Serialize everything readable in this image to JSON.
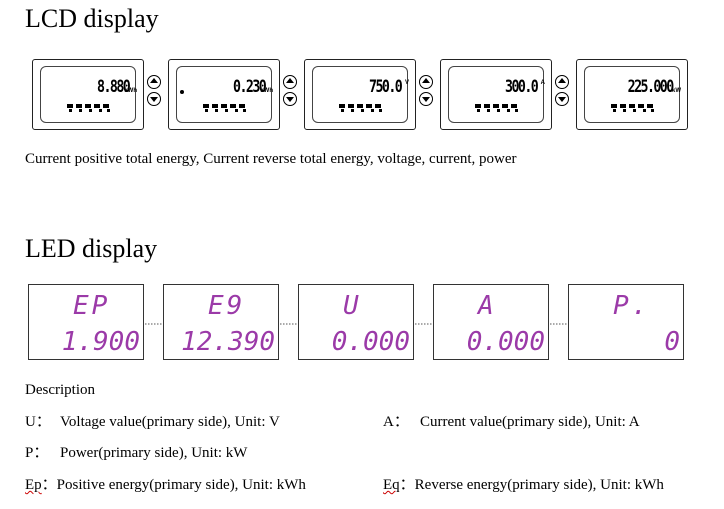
{
  "lcd": {
    "heading": "LCD display",
    "panels": [
      {
        "value": "8.880",
        "unit": "kWh"
      },
      {
        "value": "0.230",
        "unit": "kWh"
      },
      {
        "value": "750.0",
        "unit": "V"
      },
      {
        "value": "300.0",
        "unit": "A"
      },
      {
        "value": "225.000",
        "unit": "kW"
      }
    ],
    "caption": "Current positive total energy, Current reverse total energy, voltage, current, power"
  },
  "led": {
    "heading": "LED display",
    "panels": [
      {
        "label": "EP",
        "value": "1.900"
      },
      {
        "label": "E9",
        "value": "12.390"
      },
      {
        "label": "U",
        "value": "0.000"
      },
      {
        "label": "A",
        "value": "0.000"
      },
      {
        "label": "P.",
        "value": "0"
      }
    ]
  },
  "description": {
    "title": "Description",
    "u_key": "U：",
    "u_text": "Voltage value(primary side), Unit: V",
    "a_key": "A：",
    "a_text": "Current value(primary side), Unit: A",
    "p_key": "P：",
    "p_text": "Power(primary side), Unit: kW",
    "ep_key": "Ep",
    "ep_text": "：Positive energy(primary side), Unit: kWh",
    "eq_key": "Eq",
    "eq_text": "：Reverse energy(primary side), Unit: kWh"
  }
}
